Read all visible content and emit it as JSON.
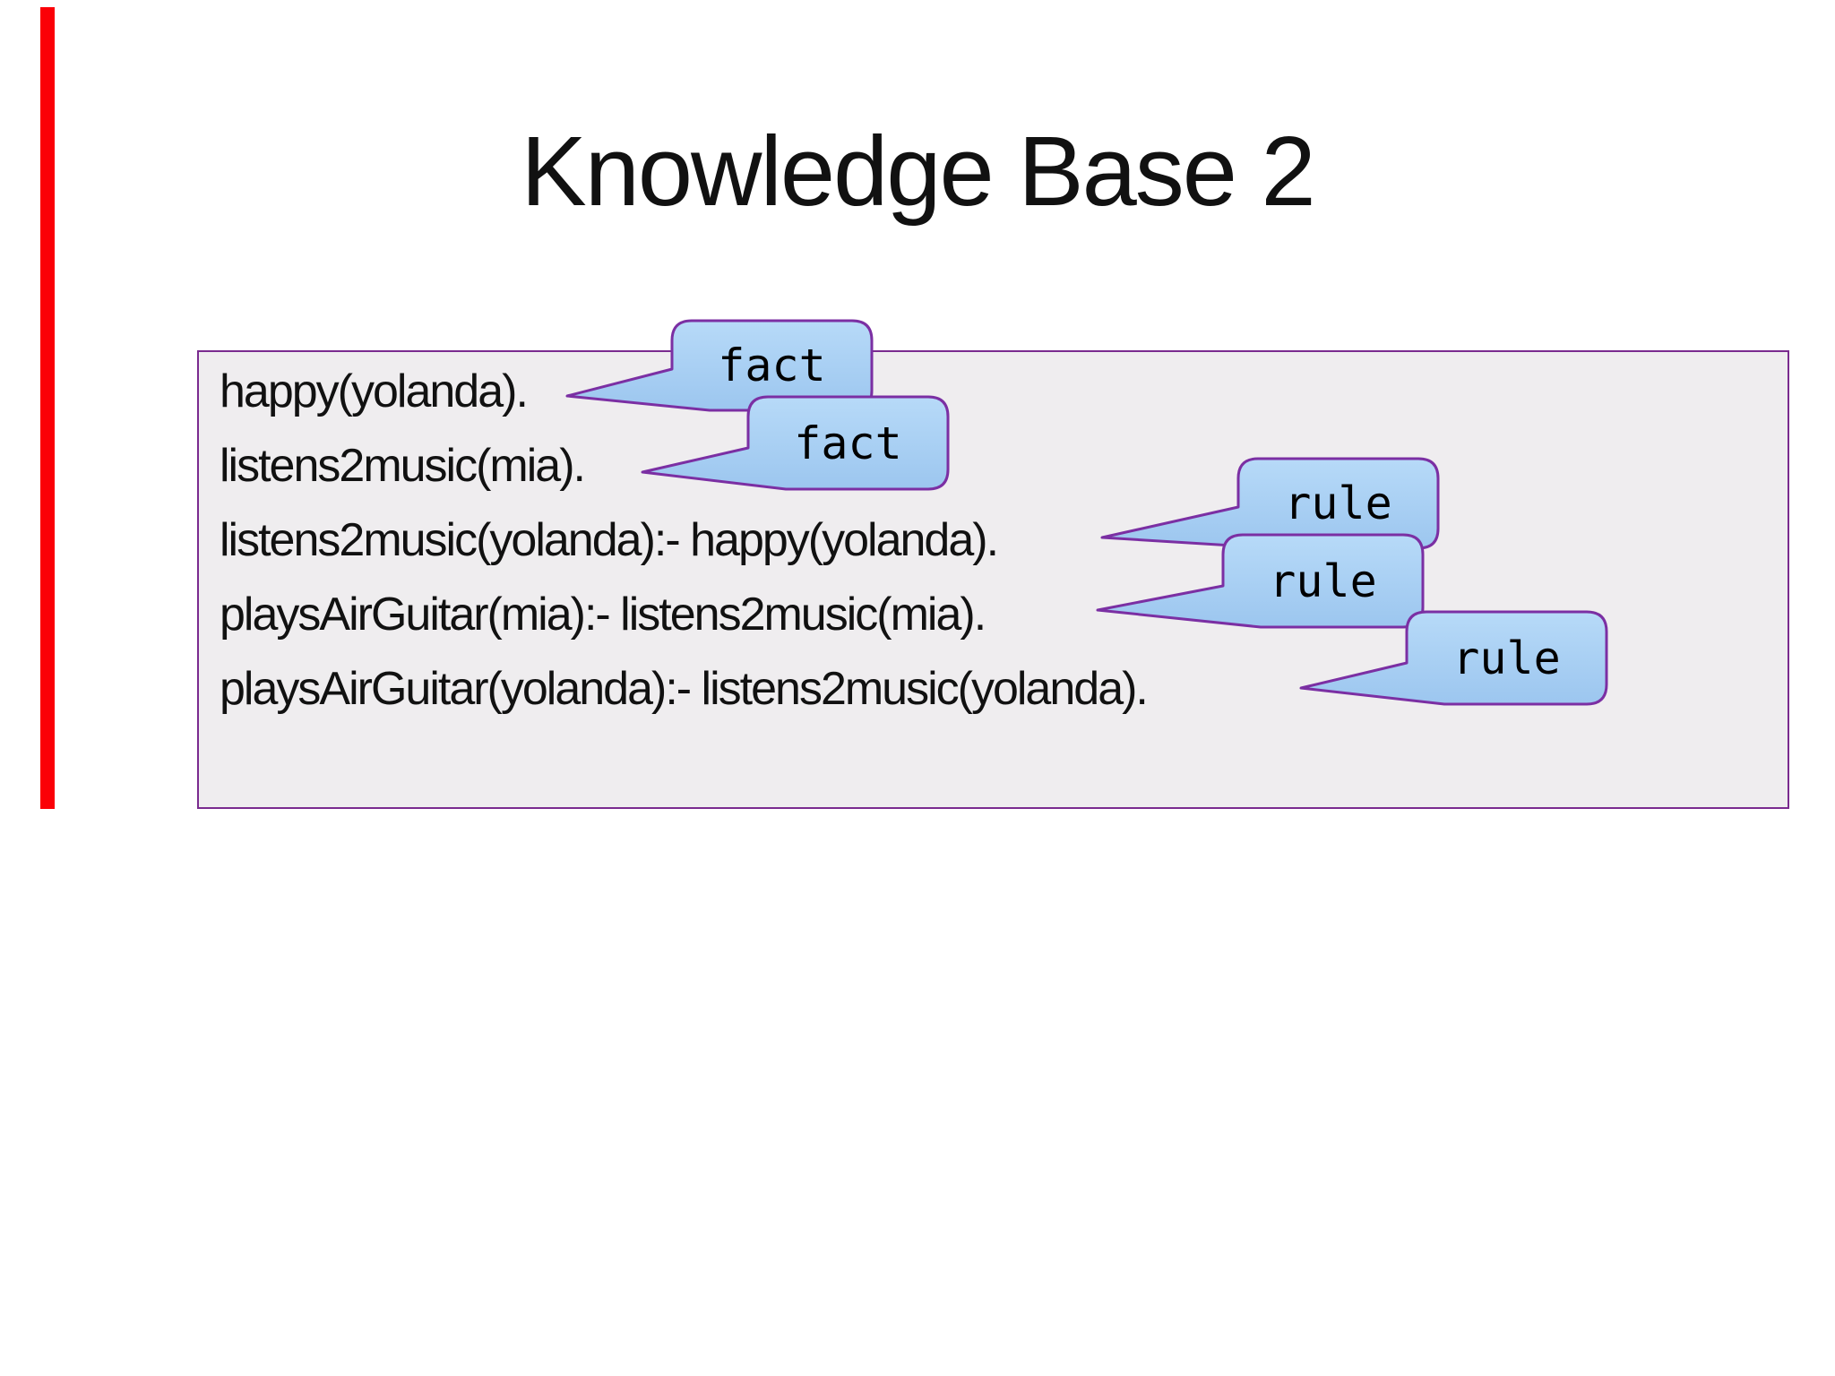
{
  "slide": {
    "title": "Knowledge Base 2",
    "kb_box": {
      "clauses": [
        "happy(yolanda).",
        "listens2music(mia).",
        "listens2music(yolanda):- happy(yolanda).",
        "playsAirGuitar(mia):- listens2music(mia).",
        "playsAirGuitar(yolanda):- listens2music(yolanda)."
      ]
    },
    "callouts": [
      {
        "id": "fact-1",
        "label": "fact",
        "annotates": "happy(yolanda)."
      },
      {
        "id": "fact-2",
        "label": "fact",
        "annotates": "listens2music(mia)."
      },
      {
        "id": "rule-1",
        "label": "rule",
        "annotates": "listens2music(yolanda):- happy(yolanda)."
      },
      {
        "id": "rule-2",
        "label": "rule",
        "annotates": "playsAirGuitar(mia):- listens2music(mia)."
      },
      {
        "id": "rule-3",
        "label": "rule",
        "annotates": "playsAirGuitar(yolanda):- listens2music(yolanda)."
      }
    ],
    "colors": {
      "background": "#ffffff",
      "text": "#111111",
      "red_bar": "#fb0007",
      "box_bg": "#efedef",
      "box_border": "#7a2b8f",
      "bubble_fill_top": "#b7daf8",
      "bubble_fill_bottom": "#9cc6ef",
      "bubble_border": "#7b2fa3"
    }
  }
}
